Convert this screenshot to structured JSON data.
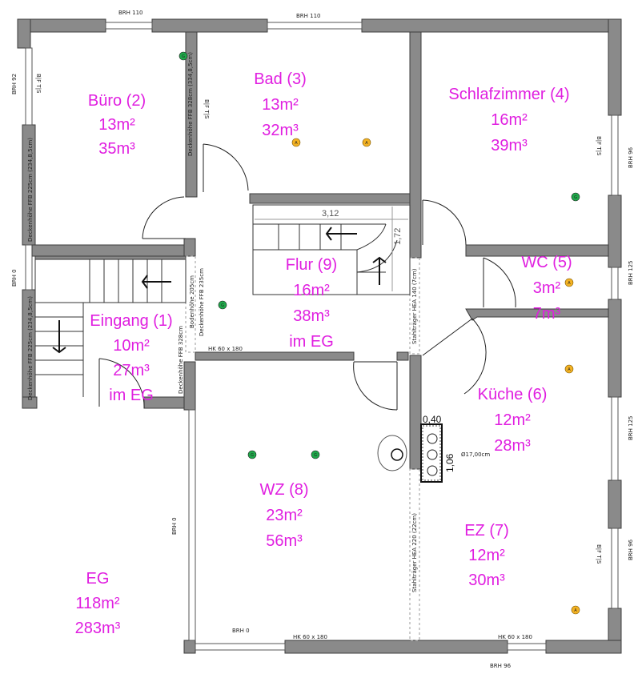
{
  "rooms": [
    {
      "id": "buero",
      "name": "Büro (2)",
      "area": "13m²",
      "volume": "35m³"
    },
    {
      "id": "bad",
      "name": "Bad (3)",
      "area": "13m²",
      "volume": "32m³"
    },
    {
      "id": "schlafzimmer",
      "name": "Schlafzimmer (4)",
      "area": "16m²",
      "volume": "39m³"
    },
    {
      "id": "flur",
      "name": "Flur (9)",
      "area": "16m²",
      "volume": "38m³",
      "note": "im EG"
    },
    {
      "id": "wc",
      "name": "WC (5)",
      "area": "3m²",
      "volume": "7m³"
    },
    {
      "id": "eingang",
      "name": "Eingang (1)",
      "area": "10m²",
      "volume": "27m³",
      "note": "im EG"
    },
    {
      "id": "kueche",
      "name": "Küche (6)",
      "area": "12m²",
      "volume": "28m³"
    },
    {
      "id": "wz",
      "name": "WZ (8)",
      "area": "23m²",
      "volume": "56m³"
    },
    {
      "id": "ez",
      "name": "EZ (7)",
      "area": "12m²",
      "volume": "30m³"
    },
    {
      "id": "eg_total",
      "name": "EG",
      "area": "118m²",
      "volume": "283m³"
    }
  ],
  "window_labels": {
    "top_left": "BRH 110",
    "top_mid": "BRH 110",
    "left_upper": "BRH 92",
    "left_lower": "BRH 0",
    "right_upper": "BRH 96",
    "right_mid": "BRH 125",
    "right_mid2": "BRH 125",
    "right_lower": "BRH 96",
    "wz_left": "BRH 0",
    "bottom_left": "BRH 0",
    "bottom_right": "BRH 96"
  },
  "dimensions": {
    "stair_width": "3,12",
    "stair_depth": "1,72",
    "chimney_width": "0,40",
    "chimney_depth": "1,06",
    "flue_diameter": "Ø17,00cm"
  },
  "wall_notes": {
    "buero_height": "Deckenhöhe FFB 328cm (334,8,5cm)",
    "buero_left": "Deckenhöhe FFB 225cm (234,8,5cm)",
    "eingang_left": "Deckenhöhe FFB 225cm (234,8,5cm)",
    "flur_height_a": "Deckenhöhe FFB 235cm",
    "flur_height_b": "Deckenhöhe FFB 328cm",
    "flur_door_note": "Bodenhöhe 205cm",
    "steel_beam_upper": "Stahlträger HEA 140 (7cm)",
    "steel_beam_lower": "Stahlträger HEA 220 (22cm)",
    "opening_flur": "HK 60 x 180",
    "opening_bottom_left": "HK 60 x 180",
    "opening_bottom_right": "HK 60 x 180",
    "window_detail": "B|F T|S"
  },
  "symbols": {
    "socket_g": "G",
    "socket_a": "A"
  }
}
